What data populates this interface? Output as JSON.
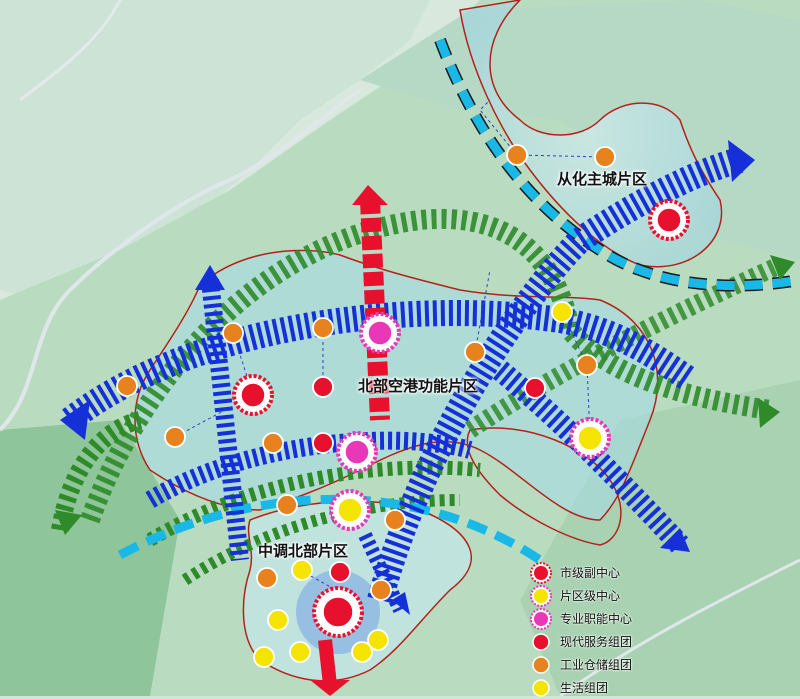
{
  "map": {
    "zones": [
      {
        "id": "conghua",
        "label": "从化主城片区"
      },
      {
        "id": "airport",
        "label": "北部空港功能片区"
      },
      {
        "id": "zhongdiao",
        "label": "中调北部片区"
      }
    ],
    "legend": [
      {
        "key": "city_sub_center",
        "label": "市级副中心",
        "symbol": "red-ring-icon",
        "color": "#e8112d"
      },
      {
        "key": "district_center",
        "label": "片区级中心",
        "symbol": "yellow-ring-icon",
        "color": "#f5e400"
      },
      {
        "key": "specialized_center",
        "label": "专业职能中心",
        "symbol": "magenta-ring-icon",
        "color": "#e838b8"
      },
      {
        "key": "modern_service",
        "label": "现代服务组团",
        "symbol": "red-dot-icon",
        "color": "#e8112d"
      },
      {
        "key": "industrial_storage",
        "label": "工业仓储组团",
        "symbol": "orange-dot-icon",
        "color": "#e8821e"
      },
      {
        "key": "living",
        "label": "生活组团",
        "symbol": "yellow-dot-icon",
        "color": "#f5e400"
      }
    ],
    "colors": {
      "main_axis": "#1530d8",
      "north_axis": "#e8112d",
      "green_belt": "#2f8a2a",
      "cyan_belt": "#19b8e6",
      "boundary": "#b2221b"
    }
  }
}
